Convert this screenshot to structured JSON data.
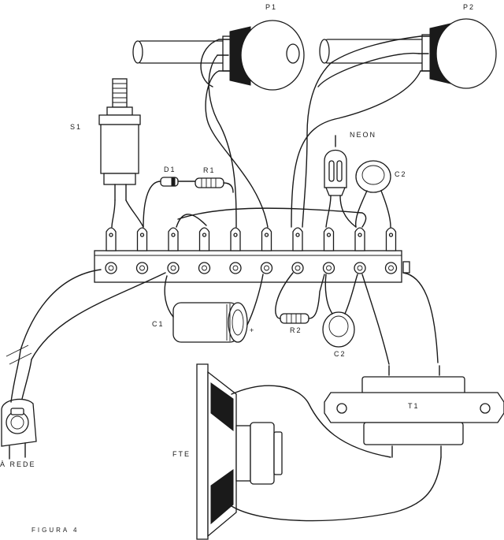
{
  "figure": {
    "caption": "FIGURA 4",
    "labels": {
      "p1": "P1",
      "p2": "P2",
      "s1": "S1",
      "d1": "D1",
      "r1": "R1",
      "neon": "NEON",
      "c2_top": "C2",
      "c1": "C1",
      "c1_polarity": "+",
      "r2": "R2",
      "c2_bottom": "C2",
      "t1": "T1",
      "fte": "FTE",
      "rede": "À REDE"
    }
  },
  "colors": {
    "ink": "#1a1a1a",
    "paper": "#ffffff"
  }
}
